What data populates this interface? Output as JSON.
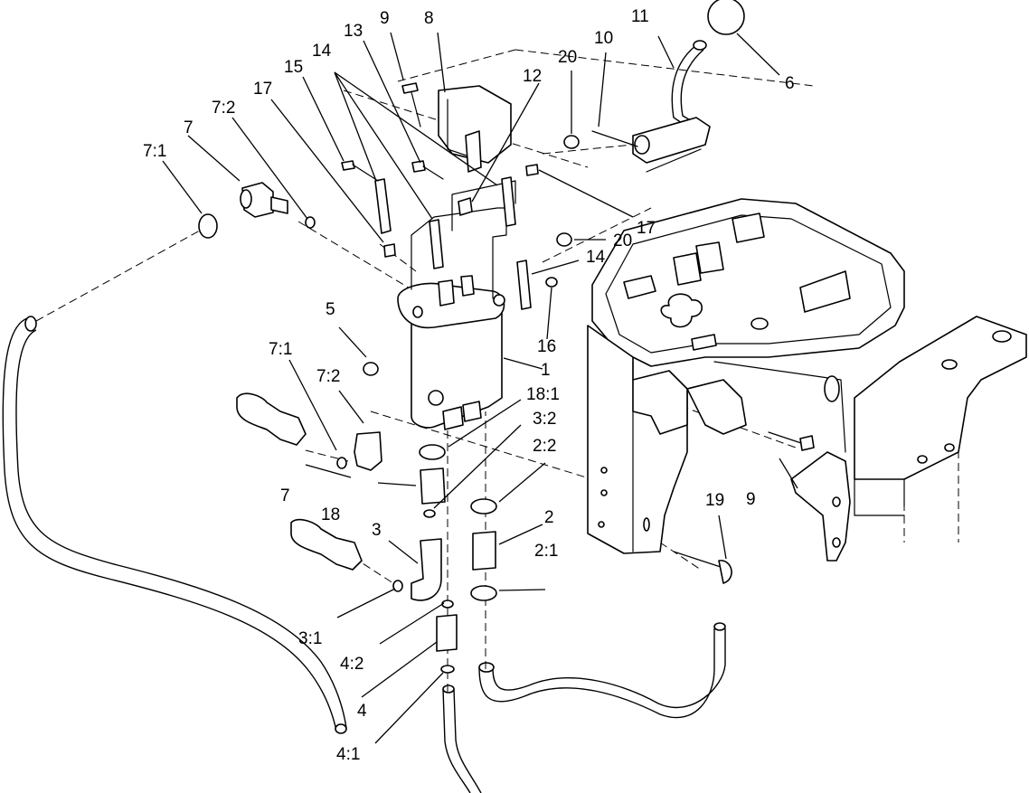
{
  "callouts": {
    "c1": "1",
    "c2": "2",
    "c2_1": "2:1",
    "c2_2": "2:2",
    "c3": "3",
    "c3_1": "3:1",
    "c3_2": "3:2",
    "c4": "4",
    "c4_1": "4:1",
    "c4_2": "4:2",
    "c5": "5",
    "c6": "6",
    "c7a": "7",
    "c7_1a": "7:1",
    "c7_2a": "7:2",
    "c7b": "7",
    "c7_1b": "7:1",
    "c7_2b": "7:2",
    "c8": "8",
    "c9a": "9",
    "c9b": "9",
    "c10": "10",
    "c11": "11",
    "c12": "12",
    "c13": "13",
    "c14a": "14",
    "c14b": "14",
    "c15": "15",
    "c16": "16",
    "c17a": "17",
    "c17b": "17",
    "c18": "18",
    "c18_1": "18:1",
    "c19": "19",
    "c20a": "20",
    "c20b": "20"
  }
}
